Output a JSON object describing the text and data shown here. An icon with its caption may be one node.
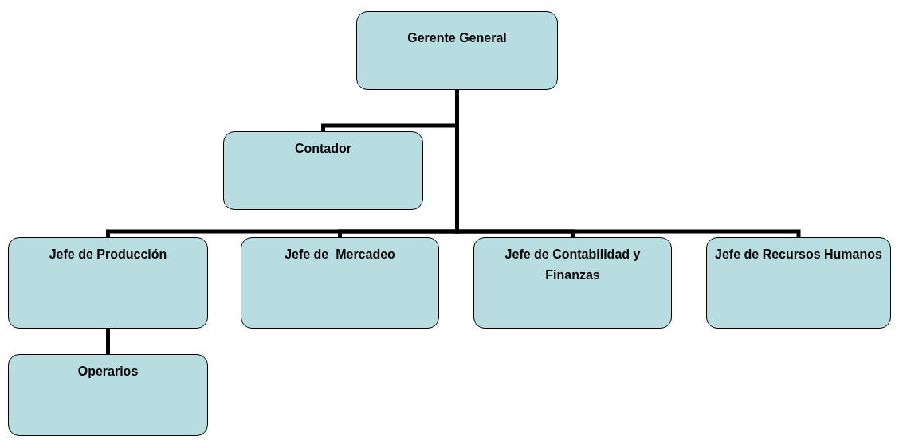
{
  "diagram": {
    "nodes": [
      {
        "text": [
          "Gerente General"
        ]
      },
      {
        "text": [
          "Contador"
        ]
      },
      {
        "text": [
          "Jefe de Producción"
        ]
      },
      {
        "text": [
          "Jefe de  Mercadeo"
        ]
      },
      {
        "text": [
          "Jefe de Contabilidad y Finanzas"
        ]
      },
      {
        "text": [
          "Jefe de Recursos Humanos"
        ]
      },
      {
        "text": [
          "Operarios"
        ]
      }
    ],
    "edges": [
      {
        "from": 0,
        "to": 1,
        "arrow": "none"
      },
      {
        "from": 0,
        "to": 2,
        "arrow": "none"
      },
      {
        "from": 0,
        "to": 3,
        "arrow": "none"
      },
      {
        "from": 0,
        "to": 4,
        "arrow": "none"
      },
      {
        "from": 0,
        "to": 5,
        "arrow": "none"
      },
      {
        "from": 2,
        "to": 6,
        "arrow": "none"
      }
    ]
  }
}
